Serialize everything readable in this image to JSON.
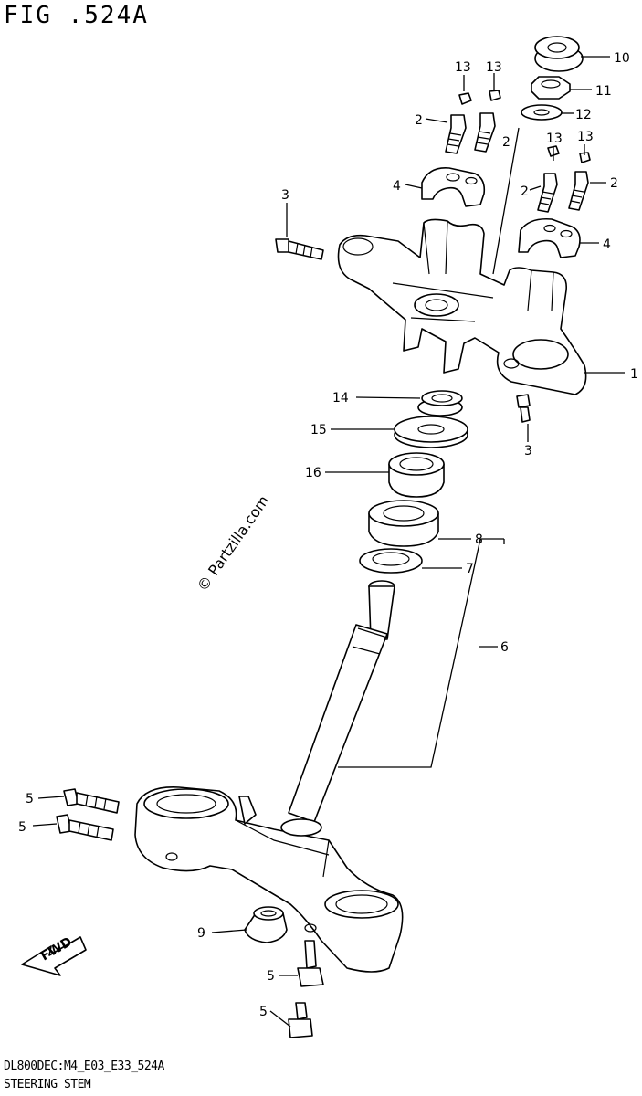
{
  "figure": {
    "title": "FIG .524A",
    "footer_code": "DL800DEC:M4_E03_E33_524A",
    "footer_name": "STEERING STEM",
    "watermark": "© Partzilla.com",
    "fwd_label": "FWD"
  },
  "callouts": [
    {
      "id": "c10",
      "text": "10"
    },
    {
      "id": "c11",
      "text": "11"
    },
    {
      "id": "c12",
      "text": "12"
    },
    {
      "id": "c13a",
      "text": "13"
    },
    {
      "id": "c13b",
      "text": "13"
    },
    {
      "id": "c13c",
      "text": "13"
    },
    {
      "id": "c13d",
      "text": "13"
    },
    {
      "id": "c2a",
      "text": "2"
    },
    {
      "id": "c2b",
      "text": "2"
    },
    {
      "id": "c2c",
      "text": "2"
    },
    {
      "id": "c2d",
      "text": "2"
    },
    {
      "id": "c3a",
      "text": "3"
    },
    {
      "id": "c3b",
      "text": "3"
    },
    {
      "id": "c4a",
      "text": "4"
    },
    {
      "id": "c4b",
      "text": "4"
    },
    {
      "id": "c1",
      "text": "1"
    },
    {
      "id": "c14",
      "text": "14"
    },
    {
      "id": "c15",
      "text": "15"
    },
    {
      "id": "c16",
      "text": "16"
    },
    {
      "id": "c8",
      "text": "8"
    },
    {
      "id": "c7",
      "text": "7"
    },
    {
      "id": "c6",
      "text": "6"
    },
    {
      "id": "c5a",
      "text": "5"
    },
    {
      "id": "c5b",
      "text": "5"
    },
    {
      "id": "c5c",
      "text": "5"
    },
    {
      "id": "c5d",
      "text": "5"
    },
    {
      "id": "c9",
      "text": "9"
    }
  ]
}
